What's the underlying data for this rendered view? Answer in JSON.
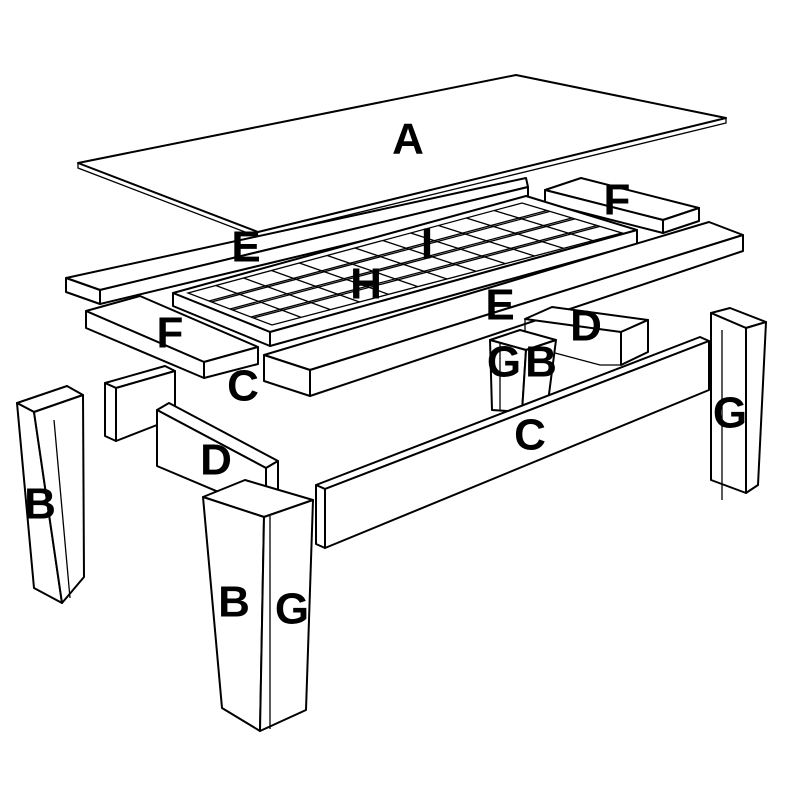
{
  "labels": {
    "A": "A",
    "B": "B",
    "C": "C",
    "D": "D",
    "E": "E",
    "F": "F",
    "G": "G",
    "H": "H",
    "I": "I"
  },
  "colors": {
    "line": "#000000",
    "fill": "#ffffff"
  }
}
